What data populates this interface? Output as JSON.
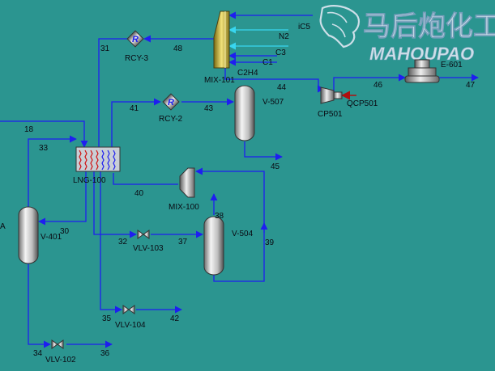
{
  "colors": {
    "background": "#2b9590",
    "stream": "#1e1ef0",
    "feed_cyan": "#38d6f0",
    "energy_red": "#b01010"
  },
  "watermark": {
    "cn": "马后炮化工",
    "en": "MAHOUPAO"
  },
  "units": {
    "mix101": "MIX-101",
    "rcy3": "RCY-3",
    "rcy2": "RCY-2",
    "rcy_symbol": "R",
    "v507": "V-507",
    "cp501": "CP501",
    "qcp501": "QCP501",
    "e601": "E-601",
    "lng100": "LNG-100",
    "mix100": "MIX-100",
    "v504": "V-504",
    "v401": "V-401",
    "vlv103": "VLV-103",
    "vlv104": "VLV-104",
    "vlv102": "VLV-102",
    "edge_a": "A"
  },
  "streams": {
    "s31": "31",
    "s48": "48",
    "s44": "44",
    "s46": "46",
    "s47": "47",
    "s41": "41",
    "s43": "43",
    "s18": "18",
    "s33": "33",
    "s45": "45",
    "s40": "40",
    "s38": "38",
    "s30": "30",
    "s32": "32",
    "s37": "37",
    "s39": "39",
    "s35": "35",
    "s42": "42",
    "s34": "34",
    "s36": "36",
    "ic5": "iC5",
    "n2": "N2",
    "c3": "C3",
    "c1": "C1",
    "c2h4": "C2H4"
  }
}
